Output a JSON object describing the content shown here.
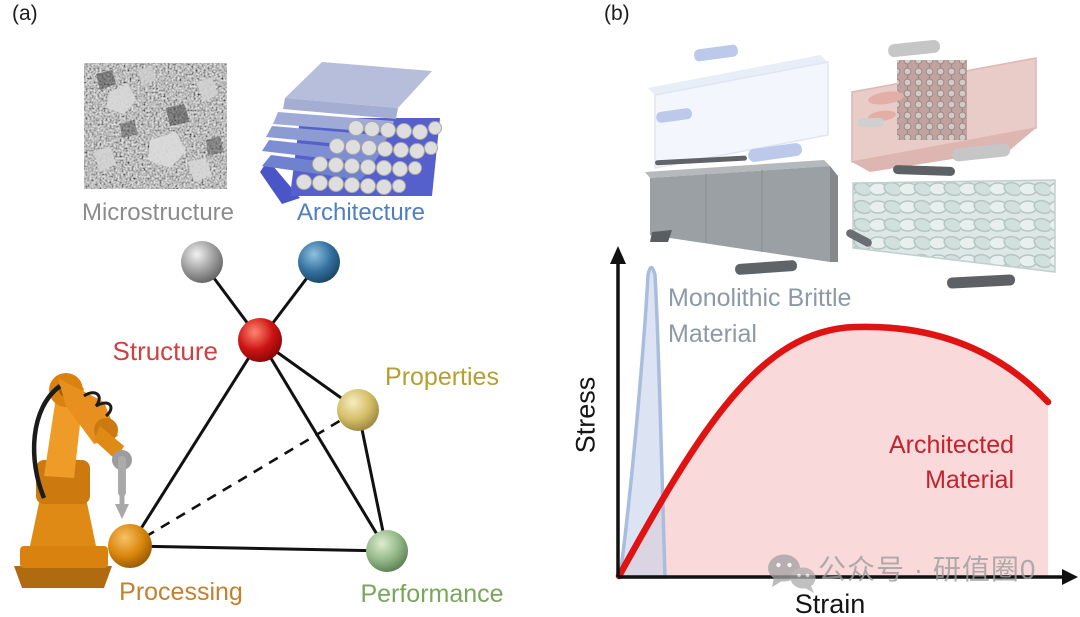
{
  "figure": {
    "panel_a": {
      "label": "(a)",
      "microstructure_label": "Microstructure",
      "architecture_label": "Architecture",
      "nodes": {
        "structure": "Structure",
        "properties": "Properties",
        "processing": "Processing",
        "performance": "Performance"
      },
      "sphere_colors": {
        "microstructure": "#9e9e9e",
        "architecture": "#35719f",
        "structure": "#cc1313",
        "properties": "#d4be68",
        "processing": "#d9860c",
        "performance": "#93b888"
      },
      "label_colors": {
        "microstructure": "#8c8c8c",
        "architecture": "#4e80c0",
        "structure": "#d04040",
        "properties": "#b3a030",
        "processing": "#c5802e",
        "performance": "#79a65c"
      },
      "illustrations": [
        "sem-microstructure-image",
        "bouligand-architecture-render",
        "orange-robot-arm-3d-printer"
      ]
    },
    "panel_b": {
      "label": "(b)",
      "ylabel": "Stress",
      "xlabel": "Strain",
      "curve_labels": {
        "monolithic_line1": "Monolithic Brittle",
        "monolithic_line2": "Material",
        "architected_line1": "Architected",
        "architected_line2": "Material"
      },
      "curve_colors": {
        "monolithic_stroke": "#a9bddf",
        "monolithic_fill": "#c5d1e9",
        "architected_stroke": "#e01313",
        "architected_fill": "#f9d9d9"
      },
      "beam_renders": [
        "translucent-monolithic-beam",
        "pink-beam-with-embedded-rod-lattice",
        "gray-concrete-beam",
        "3d-printed-layered-beam"
      ]
    },
    "watermark": {
      "icon": "wechat-icon",
      "text": "公众号 · 研值圈0"
    }
  },
  "chart_data": {
    "type": "line",
    "title": "",
    "xlabel": "Strain",
    "ylabel": "Stress",
    "grid": false,
    "axes_ticks": "none (schematic axes with arrowheads)",
    "legend": "inline annotations",
    "x_range_normalized": [
      0,
      1
    ],
    "y_range_normalized": [
      0,
      1
    ],
    "series": [
      {
        "name": "Monolithic Brittle Material",
        "color": "#a9bddf",
        "fill": "#c5d1e9",
        "x": [
          0.0,
          0.035,
          0.07,
          0.085,
          0.1
        ],
        "y": [
          0.0,
          0.5,
          0.96,
          0.5,
          0.0
        ],
        "description": "very steep, narrow spike near origin: stiff but fails at tiny strain"
      },
      {
        "name": "Architected Material",
        "color": "#e01313",
        "fill": "#f9d9d9",
        "x": [
          0.0,
          0.1,
          0.25,
          0.4,
          0.52,
          0.7,
          0.85,
          0.94
        ],
        "y": [
          0.0,
          0.3,
          0.55,
          0.72,
          0.77,
          0.74,
          0.63,
          0.54
        ],
        "description": "broad rounded curve: sustains stress over large strain (tough, energy absorbing)"
      }
    ],
    "annotations": [
      "Monolithic Brittle Material",
      "Architected Material"
    ]
  }
}
